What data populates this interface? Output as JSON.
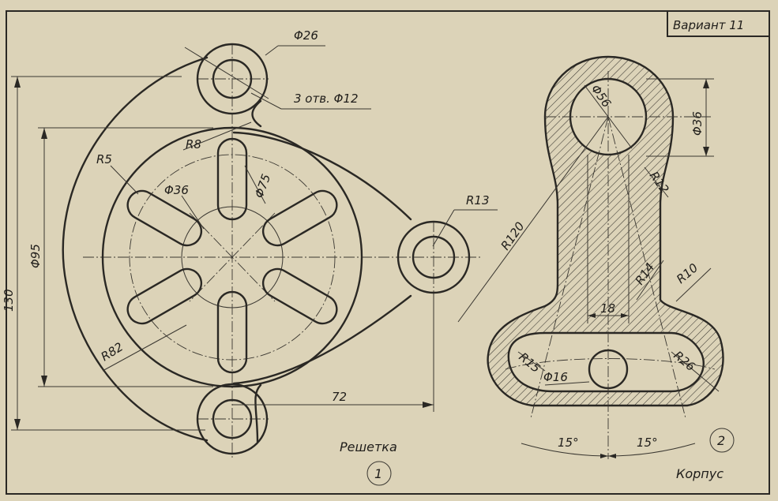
{
  "variant": "Вариант 11",
  "part1": {
    "name": "Решетка",
    "number": "1",
    "dims": {
      "d_small_outer": "Φ26",
      "holes": "3 отв. Φ12",
      "r8": "R8",
      "r5": "R5",
      "d36": "Φ36",
      "d75": "Φ75",
      "r13": "R13",
      "d95": "Φ95",
      "h130": "130",
      "r82": "R82",
      "l72": "72"
    }
  },
  "part2": {
    "name": "Корпус",
    "number": "2",
    "dims": {
      "d56": "Φ56",
      "d36": "Φ36",
      "r12": "R12",
      "r120": "R120",
      "r14": "R14",
      "r10": "R10",
      "w18": "18",
      "r15": "R15",
      "d16": "Φ16",
      "r26": "R26",
      "a15_left": "15°",
      "a15_right": "15°"
    }
  }
}
